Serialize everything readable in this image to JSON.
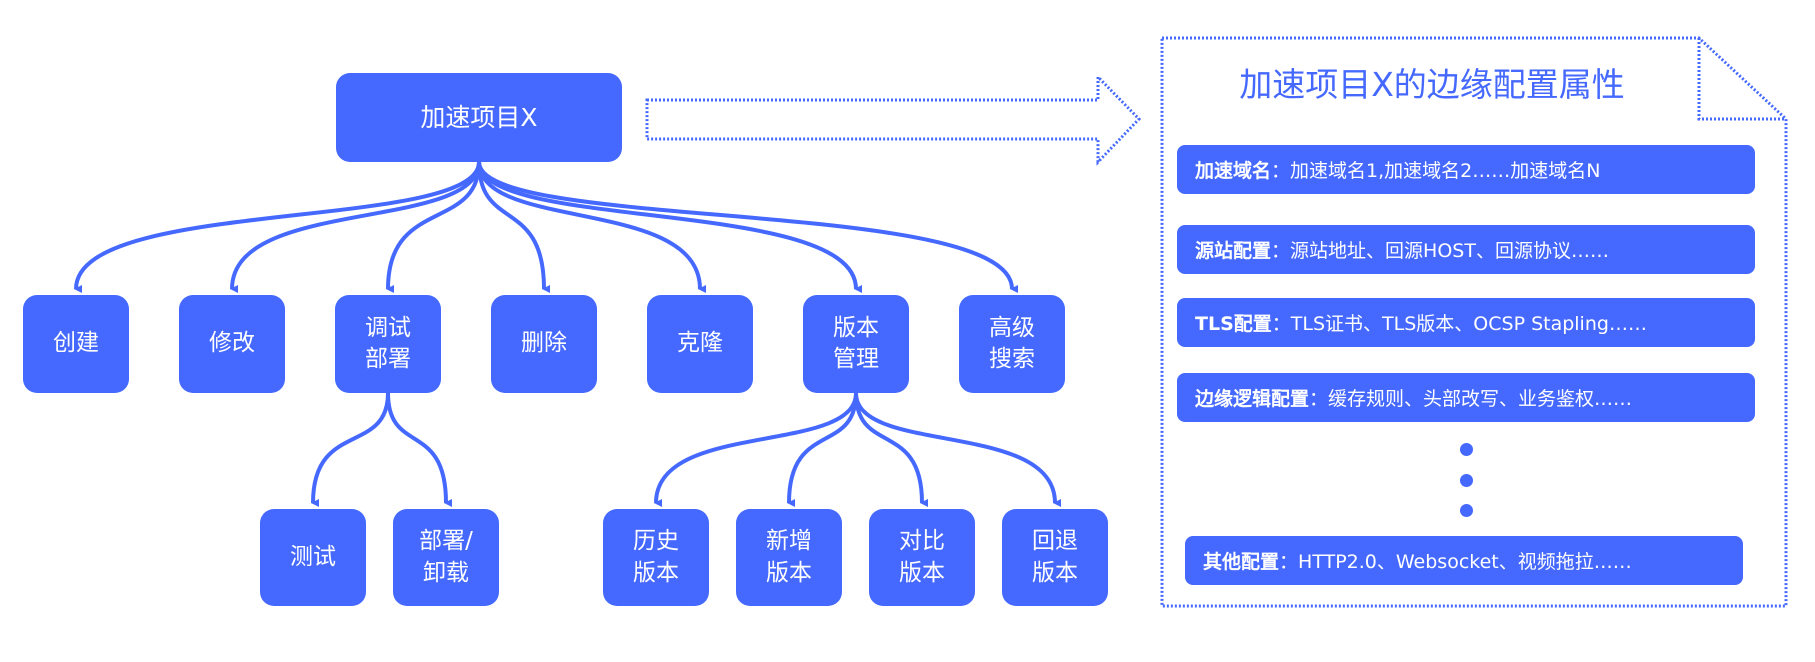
{
  "colors": {
    "accent": "#4569ff"
  },
  "tree": {
    "root": "加速项目X",
    "children": [
      "创建",
      "修改",
      "调试\n部署",
      "删除",
      "克隆",
      "版本\n管理",
      "高级\n搜索"
    ],
    "deploy_children": [
      "测试",
      "部署/\n卸载"
    ],
    "version_children": [
      "历史\n版本",
      "新增\n版本",
      "对比\n版本",
      "回退\n版本"
    ]
  },
  "panel": {
    "title": "加速项目X的边缘配置属性",
    "rows": [
      {
        "label": "加速域名",
        "sep": "：",
        "value": "加速域名1,加速域名2……加速域名N"
      },
      {
        "label": "源站配置",
        "sep": "：",
        "value": "源站地址、回源HOST、回源协议……"
      },
      {
        "label": "TLS配置",
        "sep": "：",
        "value": "TLS证书、TLS版本、OCSP Stapling……"
      },
      {
        "label": "边缘逻辑配置",
        "sep": "：",
        "value": "缓存规则、头部改写、业务鉴权……"
      },
      {
        "label": "其他配置",
        "sep": "：",
        "value": "HTTP2.0、Websocket、视频拖拉……"
      }
    ]
  }
}
